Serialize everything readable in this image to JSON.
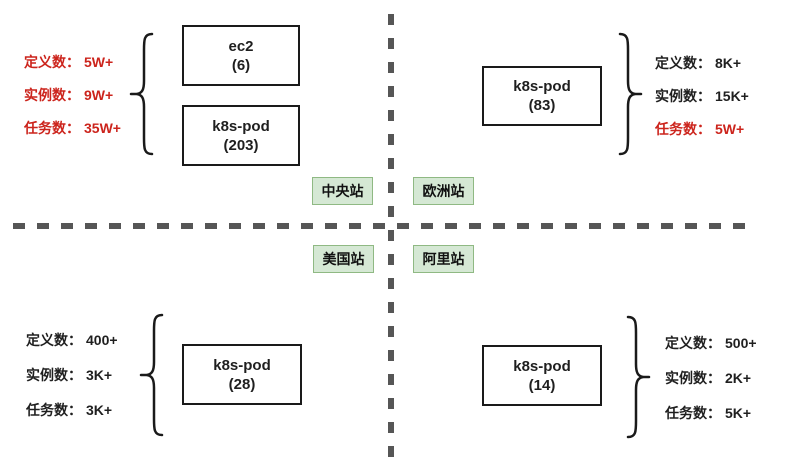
{
  "colors": {
    "red_highlight": "#cc241c",
    "divider_gray": "#565656",
    "station_fill": "#d5e8d4",
    "station_border": "#8fb983",
    "box_border": "#1a1a1a"
  },
  "quadrants": [
    {
      "station_label": "中央站",
      "boxes": [
        {
          "name": "ec2",
          "count": "(6)"
        },
        {
          "name": "k8s-pod",
          "count": "(203)"
        }
      ],
      "stats": [
        {
          "label": "定义数：",
          "value": "5W+",
          "color": "red"
        },
        {
          "label": "实例数：",
          "value": "9W+",
          "color": "red"
        },
        {
          "label": "任务数：",
          "value": "35W+",
          "color": "red"
        }
      ]
    },
    {
      "station_label": "欧洲站",
      "boxes": [
        {
          "name": "k8s-pod",
          "count": "(83)"
        }
      ],
      "stats": [
        {
          "label": "定义数：",
          "value": "8K+",
          "color": "black"
        },
        {
          "label": "实例数：",
          "value": "15K+",
          "color": "black"
        },
        {
          "label": "任务数：",
          "value": "5W+",
          "color": "red"
        }
      ]
    },
    {
      "station_label": "美国站",
      "boxes": [
        {
          "name": "k8s-pod",
          "count": "(28)"
        }
      ],
      "stats": [
        {
          "label": "定义数：",
          "value": "400+",
          "color": "black"
        },
        {
          "label": "实例数：",
          "value": "3K+",
          "color": "black"
        },
        {
          "label": "任务数：",
          "value": "3K+",
          "color": "black"
        }
      ]
    },
    {
      "station_label": "阿里站",
      "boxes": [
        {
          "name": "k8s-pod",
          "count": "(14)"
        }
      ],
      "stats": [
        {
          "label": "定义数：",
          "value": "500+",
          "color": "black"
        },
        {
          "label": "实例数：",
          "value": "2K+",
          "color": "black"
        },
        {
          "label": "任务数：",
          "value": "5K+",
          "color": "black"
        }
      ]
    }
  ]
}
